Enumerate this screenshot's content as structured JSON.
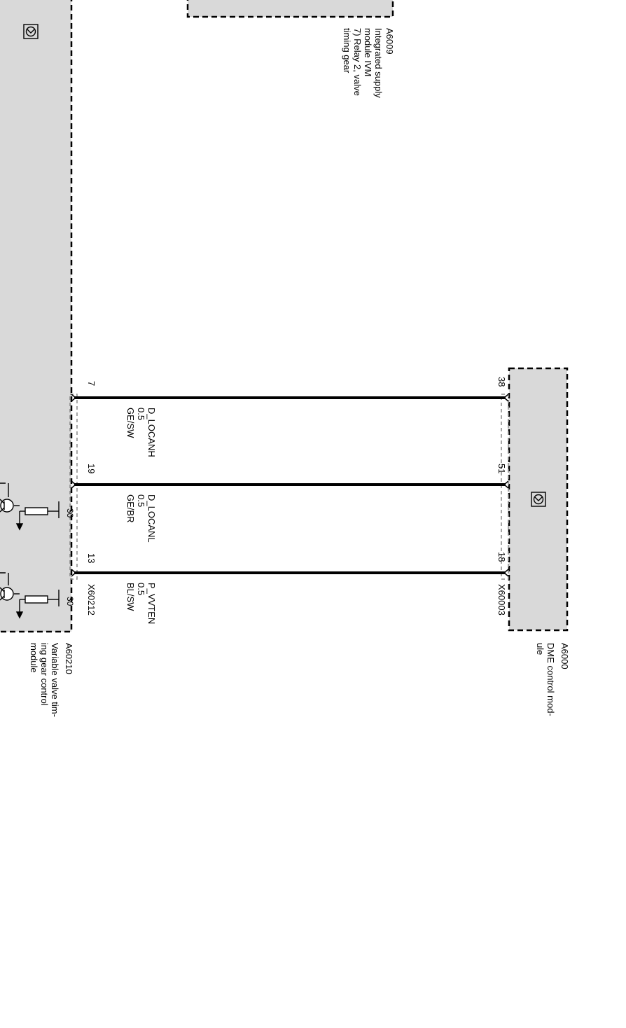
{
  "modules": {
    "ivm": {
      "id": "A6009",
      "name_lines": [
        "Integrated supply",
        "module IVM",
        "7) Relay 2, valve",
        "timing gear"
      ]
    },
    "vvt": {
      "id": "A60210",
      "name_lines": [
        "Variable valve tim-",
        "ing gear control",
        "module"
      ],
      "connector": "X60212"
    },
    "dme": {
      "id": "A6000",
      "name_lines": [
        "DME control mod-",
        "ule"
      ],
      "connector": "X60003"
    }
  },
  "wires": [
    {
      "signal": "D_LOCANH",
      "size": "0.5",
      "color": "GE/SW",
      "pin_vvt": "7",
      "pin_dme": "38"
    },
    {
      "signal": "D_LOCANL",
      "size": "0.5",
      "color": "GE/BR",
      "pin_vvt": "19",
      "pin_dme": "51"
    },
    {
      "signal": "P_VVTEN",
      "size": "0.5",
      "color": "BL/SW",
      "pin_vvt": "13",
      "pin_dme": "18"
    }
  ],
  "internal": {
    "resistor_labels": [
      "30",
      "30"
    ]
  },
  "colors": {
    "module_fill": "#d9d9d9",
    "wire": "#000000",
    "dashed_border": "#000000"
  }
}
